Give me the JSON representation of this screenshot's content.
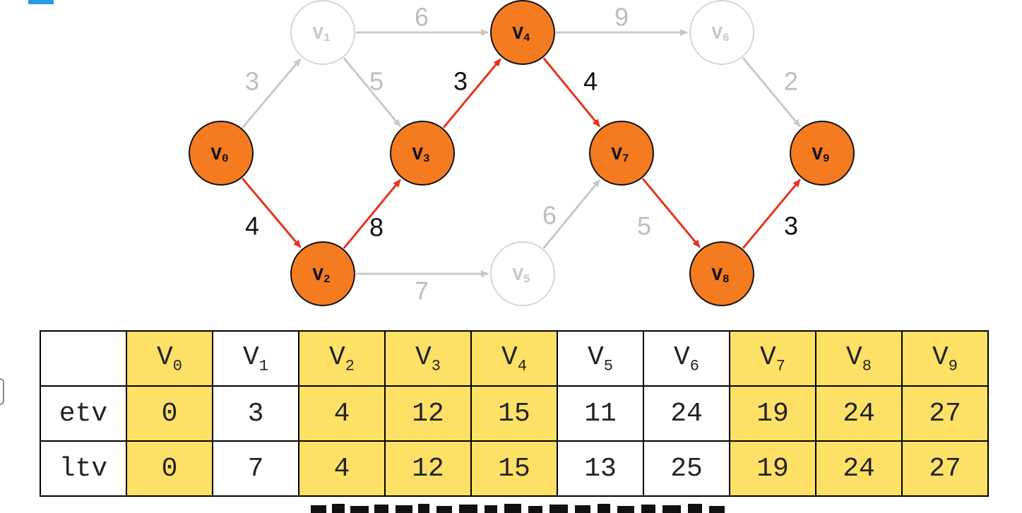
{
  "graph": {
    "nodes": [
      {
        "id": "V0",
        "base": "V",
        "sub": "0",
        "critical": true
      },
      {
        "id": "V1",
        "base": "V",
        "sub": "1",
        "critical": false
      },
      {
        "id": "V2",
        "base": "V",
        "sub": "2",
        "critical": true
      },
      {
        "id": "V3",
        "base": "V",
        "sub": "3",
        "critical": true
      },
      {
        "id": "V4",
        "base": "V",
        "sub": "4",
        "critical": true
      },
      {
        "id": "V5",
        "base": "V",
        "sub": "5",
        "critical": false
      },
      {
        "id": "V6",
        "base": "V",
        "sub": "6",
        "critical": false
      },
      {
        "id": "V7",
        "base": "V",
        "sub": "7",
        "critical": true
      },
      {
        "id": "V8",
        "base": "V",
        "sub": "8",
        "critical": true
      },
      {
        "id": "V9",
        "base": "V",
        "sub": "9",
        "critical": true
      }
    ],
    "edges": [
      {
        "from": "V0",
        "to": "V1",
        "weight": "3",
        "critical": false
      },
      {
        "from": "V0",
        "to": "V2",
        "weight": "4",
        "critical": true
      },
      {
        "from": "V1",
        "to": "V4",
        "weight": "6",
        "critical": false
      },
      {
        "from": "V1",
        "to": "V3",
        "weight": "5",
        "critical": false
      },
      {
        "from": "V2",
        "to": "V3",
        "weight": "8",
        "critical": true
      },
      {
        "from": "V2",
        "to": "V5",
        "weight": "7",
        "critical": false
      },
      {
        "from": "V3",
        "to": "V4",
        "weight": "3",
        "critical": true
      },
      {
        "from": "V4",
        "to": "V6",
        "weight": "9",
        "critical": false
      },
      {
        "from": "V4",
        "to": "V7",
        "weight": "4",
        "critical": true
      },
      {
        "from": "V5",
        "to": "V7",
        "weight": "6",
        "critical": false
      },
      {
        "from": "V6",
        "to": "V9",
        "weight": "2",
        "critical": false
      },
      {
        "from": "V7",
        "to": "V8",
        "weight": "5",
        "critical": false
      },
      {
        "from": "V8",
        "to": "V9",
        "weight": "3",
        "critical": true
      }
    ],
    "colors": {
      "critical_node": "#f47b20",
      "critical_edge": "#e8321a",
      "inactive": "#c8c8c8",
      "inactive_text": "#bdbdbd",
      "highlight_cell": "#fde066"
    }
  },
  "table": {
    "columns": [
      {
        "base": "V",
        "sub": "0",
        "critical": true
      },
      {
        "base": "V",
        "sub": "1",
        "critical": false
      },
      {
        "base": "V",
        "sub": "2",
        "critical": true
      },
      {
        "base": "V",
        "sub": "3",
        "critical": true
      },
      {
        "base": "V",
        "sub": "4",
        "critical": true
      },
      {
        "base": "V",
        "sub": "5",
        "critical": false
      },
      {
        "base": "V",
        "sub": "6",
        "critical": false
      },
      {
        "base": "V",
        "sub": "7",
        "critical": true
      },
      {
        "base": "V",
        "sub": "8",
        "critical": true
      },
      {
        "base": "V",
        "sub": "9",
        "critical": true
      }
    ],
    "rows": [
      {
        "label": "etv",
        "values": [
          "0",
          "3",
          "4",
          "12",
          "15",
          "11",
          "24",
          "19",
          "24",
          "27"
        ]
      },
      {
        "label": "ltv",
        "values": [
          "0",
          "7",
          "4",
          "12",
          "15",
          "13",
          "25",
          "19",
          "24",
          "27"
        ]
      }
    ]
  }
}
